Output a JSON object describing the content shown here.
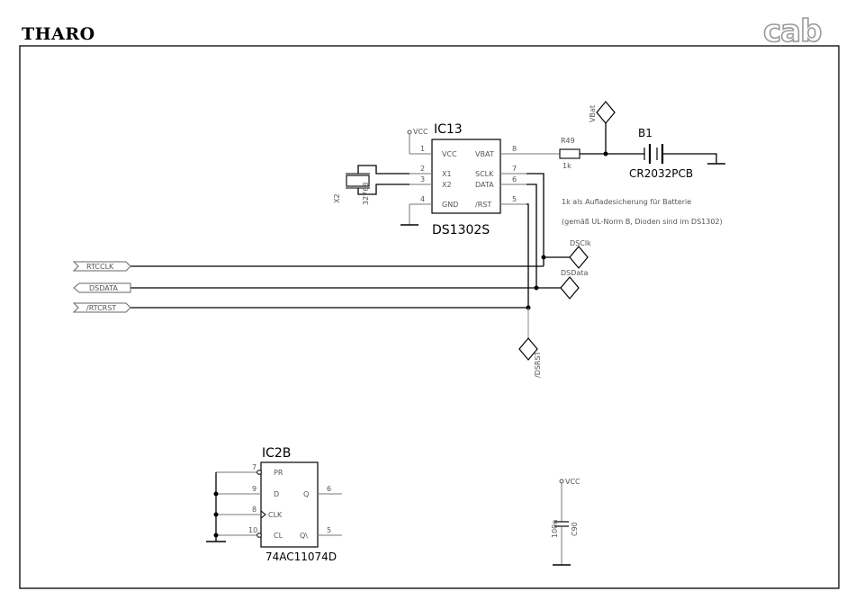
{
  "header": {
    "brand_left": "THARO",
    "brand_right": "cab"
  },
  "ic13": {
    "name": "IC13",
    "part": "DS1302S",
    "pins_left": [
      {
        "num": "1",
        "label": "VCC"
      },
      {
        "num": "2",
        "label": "X1"
      },
      {
        "num": "3",
        "label": "X2"
      },
      {
        "num": "4",
        "label": "GND"
      }
    ],
    "pins_right": [
      {
        "num": "8",
        "label": "VBAT"
      },
      {
        "num": "7",
        "label": "SCLK"
      },
      {
        "num": "6",
        "label": "DATA"
      },
      {
        "num": "5",
        "label": "/RST"
      }
    ],
    "vcc_label": "VCC"
  },
  "crystal": {
    "ref": "X2",
    "value": "32768"
  },
  "resistor": {
    "ref": "R49",
    "value": "1k"
  },
  "battery": {
    "ref": "B1",
    "part": "CR2032PCB"
  },
  "notes": [
    "1k als Aufladesicherung für Batterie",
    "(gemäß UL-Norm B, Dioden sind im DS1302)"
  ],
  "ports": {
    "vbat": "VBat",
    "dsclk": "DSClk",
    "dsdata": "DSData",
    "dsrst": "/DSRST",
    "rtcclk": "RTCCLK",
    "dsdata_in": "DSDATA",
    "rtcrst": "/RTCRST"
  },
  "ic2b": {
    "name": "IC2B",
    "part": "74AC11074D",
    "pins": [
      {
        "num": "7",
        "label": "PR"
      },
      {
        "num": "9",
        "label": "D"
      },
      {
        "num": "8",
        "label": "CLK"
      },
      {
        "num": "10",
        "label": "CL"
      },
      {
        "num": "6",
        "label": "Q"
      },
      {
        "num": "5",
        "label": "Q\\"
      }
    ]
  },
  "capacitor": {
    "ref": "C90",
    "value": "100n",
    "vcc_label": "VCC"
  }
}
